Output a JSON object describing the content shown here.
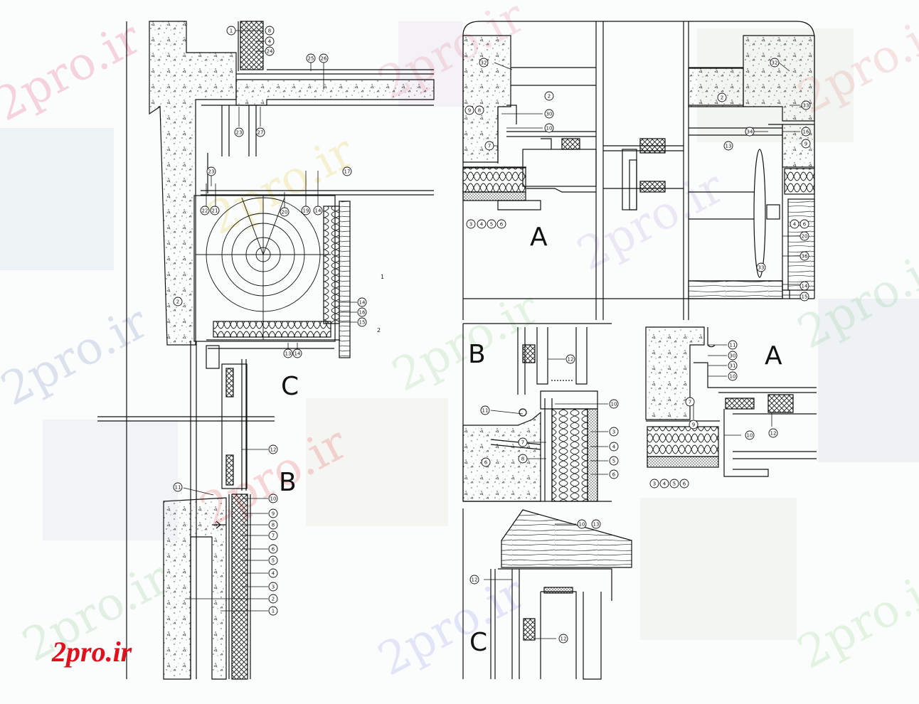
{
  "brand": "2pro.ir",
  "watermark": "2pro.ir",
  "section_labels": {
    "main_c": "C",
    "main_b": "B",
    "detail_a_top": "A",
    "detail_b": "B",
    "detail_a_right": "A",
    "detail_c": "C"
  },
  "small_marks": {
    "mark_1": "1",
    "mark_2": "2"
  },
  "callouts": {
    "main_top": [
      "1",
      "8",
      "4",
      "24",
      "25",
      "26",
      "23",
      "27",
      "23",
      "17",
      "22",
      "21",
      "20",
      "19",
      "14"
    ],
    "main_box": [
      "2",
      "14",
      "16",
      "15",
      "13",
      "14"
    ],
    "main_lower": [
      "12",
      "11",
      "10",
      "9",
      "8",
      "7",
      "6",
      "5",
      "4",
      "3",
      "2",
      "1"
    ],
    "detail_a_top": [
      "32",
      "2",
      "9",
      "8",
      "30",
      "10",
      "7",
      "3",
      "4",
      "5",
      "6"
    ],
    "detail_a_top_right": [
      "32",
      "2",
      "33",
      "34",
      "16",
      "13",
      "9",
      "4",
      "6",
      "20",
      "36",
      "33",
      "14",
      "15"
    ],
    "detail_b": [
      "12",
      "11",
      "10",
      "7",
      "8",
      "6",
      "3",
      "4",
      "5",
      "6"
    ],
    "detail_a_right": [
      "11",
      "30",
      "31",
      "10",
      "7",
      "9",
      "12",
      "10",
      "3",
      "4",
      "5",
      "6"
    ],
    "detail_c": [
      "10",
      "13",
      "12",
      "12"
    ]
  }
}
